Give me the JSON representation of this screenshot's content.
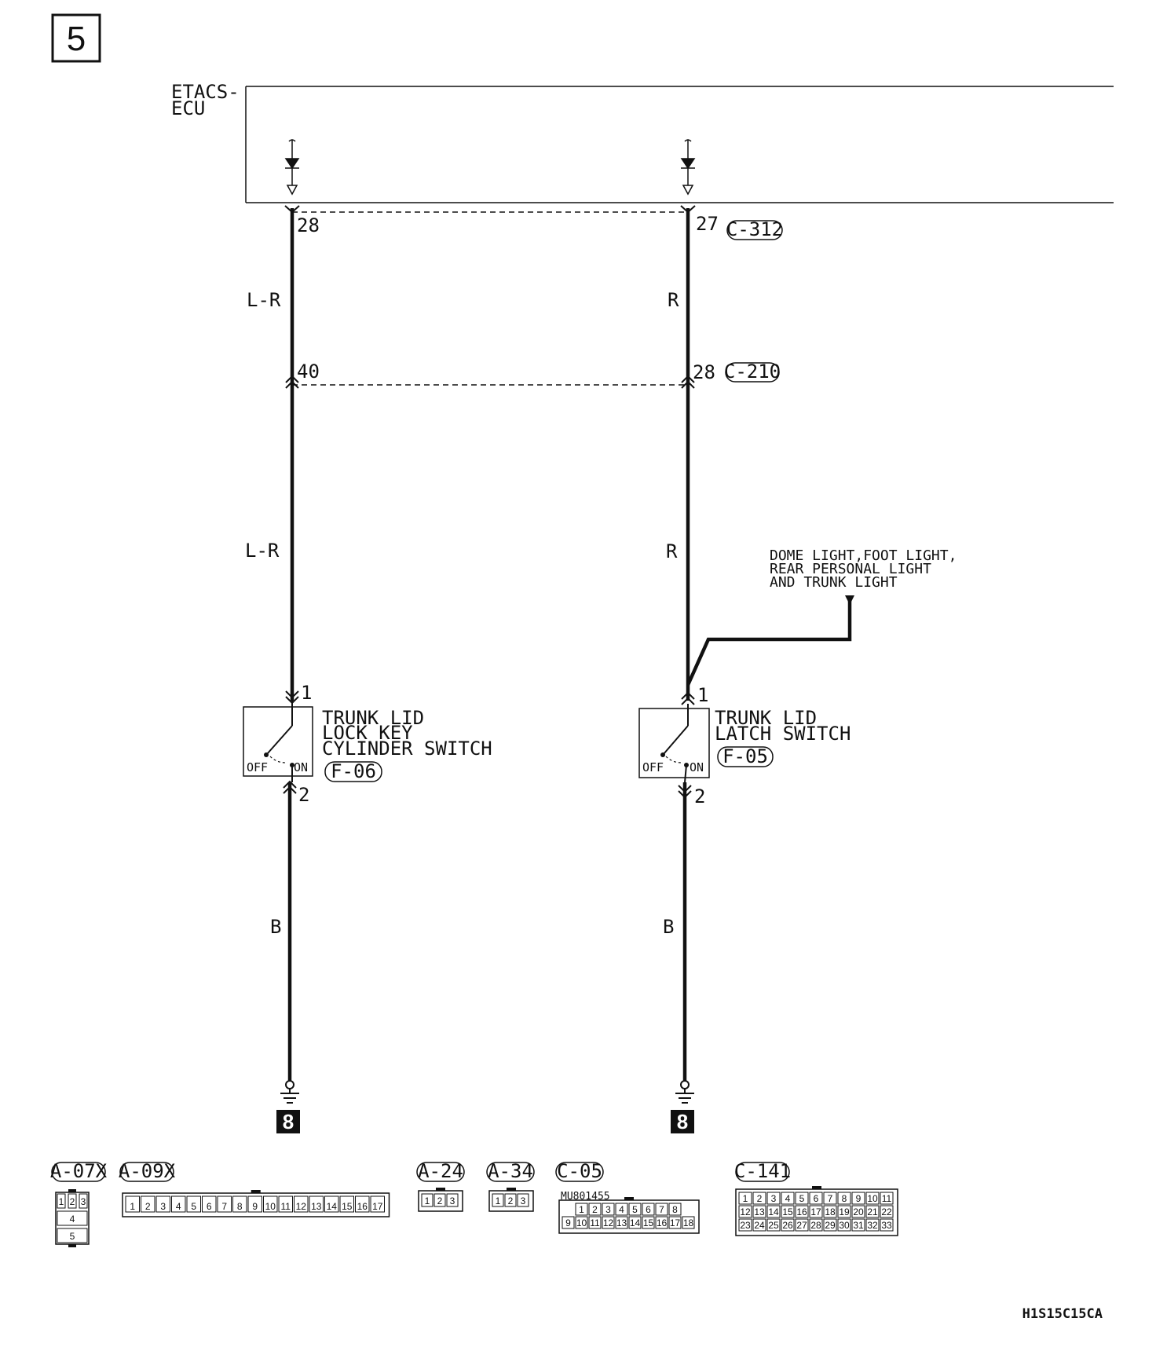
{
  "page_number": "5",
  "ecu": {
    "line1": "ETACS-",
    "line2": "ECU"
  },
  "left_circuit": {
    "ecu_pin": "28",
    "wire_color_upper": "L-R",
    "junction_pin": "40",
    "wire_color_middle": "L-R",
    "switch_pin_top": "1",
    "switch_name": [
      "TRUNK LID",
      "LOCK KEY",
      "CYLINDER SWITCH"
    ],
    "switch_off": "OFF",
    "switch_on": "ON",
    "switch_connector": "F-06",
    "switch_pin_bottom": "2",
    "wire_color_lower": "B",
    "ground_ref": "8"
  },
  "right_circuit": {
    "ecu_pin": "27",
    "ecu_connector": "C-312",
    "wire_color_upper": "R",
    "junction_pin": "28",
    "junction_connector": "C-210",
    "wire_color_middle": "R",
    "branch_label": [
      "DOME LIGHT,FOOT LIGHT,",
      "REAR PERSONAL LIGHT",
      "AND TRUNK LIGHT"
    ],
    "switch_pin_top": "1",
    "switch_name": [
      "TRUNK LID",
      "LATCH SWITCH"
    ],
    "switch_off": "OFF",
    "switch_on": "ON",
    "switch_connector": "F-05",
    "switch_pin_bottom": "2",
    "wire_color_lower": "B",
    "ground_ref": "8"
  },
  "connectors": [
    {
      "id": "A-07X",
      "rows": [
        [
          "1",
          "2",
          "3"
        ],
        [
          "4"
        ],
        [
          "5"
        ]
      ]
    },
    {
      "id": "A-09X",
      "rows": [
        [
          "1",
          "2",
          "3",
          "4",
          "5",
          "6",
          "7",
          "8",
          "9",
          "10",
          "11",
          "12",
          "13",
          "14",
          "15",
          "16",
          "17"
        ]
      ]
    },
    {
      "id": "A-24",
      "rows": [
        [
          "1",
          "2",
          "3"
        ]
      ]
    },
    {
      "id": "A-34",
      "rows": [
        [
          "1",
          "2",
          "3"
        ]
      ]
    },
    {
      "id": "C-05",
      "part_number": "MU801455",
      "rows": [
        [
          "1",
          "2",
          "3",
          "4",
          "5",
          "6",
          "7",
          "8"
        ],
        [
          "9",
          "10",
          "11",
          "12",
          "13",
          "14",
          "15",
          "16",
          "17",
          "18"
        ]
      ]
    },
    {
      "id": "C-141",
      "rows": [
        [
          "1",
          "2",
          "3",
          "4",
          "5",
          "6",
          "7",
          "8",
          "9",
          "10",
          "11"
        ],
        [
          "12",
          "13",
          "14",
          "15",
          "16",
          "17",
          "18",
          "19",
          "20",
          "21",
          "22"
        ],
        [
          "23",
          "24",
          "25",
          "26",
          "27",
          "28",
          "29",
          "30",
          "31",
          "32",
          "33"
        ]
      ]
    }
  ],
  "figure_code": "H1S15C15CA"
}
